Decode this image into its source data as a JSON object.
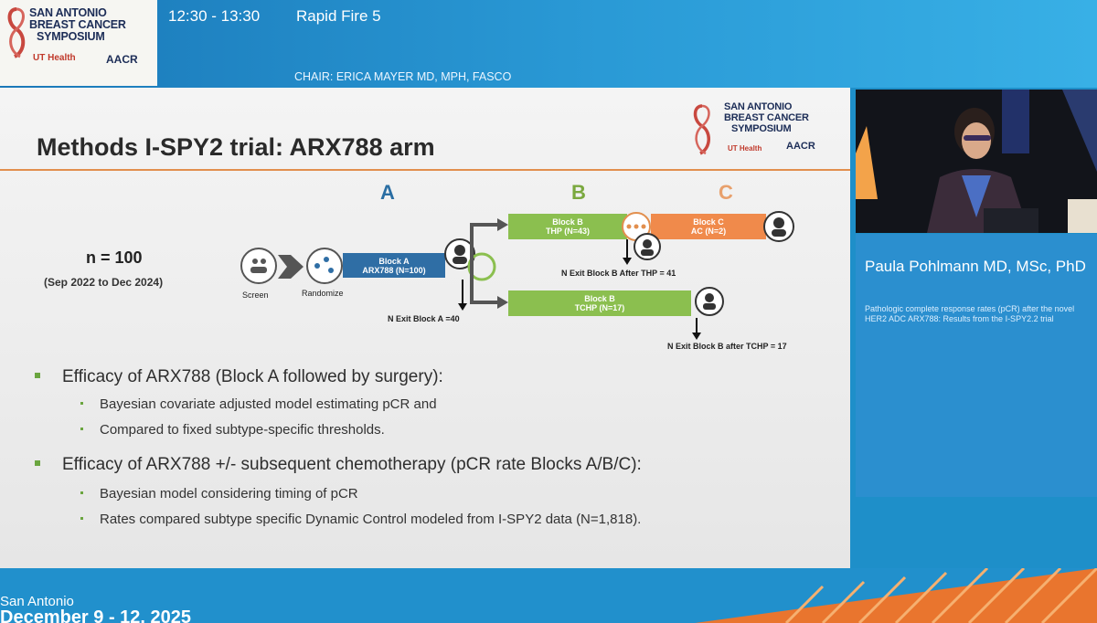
{
  "brand": {
    "logo_lines": [
      "SAN ANTONIO",
      "BREAST CANCER",
      "SYMPOSIUM"
    ],
    "ut_health": "UT Health",
    "aacr": "AACR"
  },
  "session": {
    "time": "12:30 - 13:30",
    "title": "Rapid Fire 5",
    "chair": "CHAIR: ERICA MAYER MD, MPH, FASCO"
  },
  "slide": {
    "title": "Methods I-SPY2 trial: ARX788 arm",
    "block_labels": {
      "a": "A",
      "b": "B",
      "c": "C"
    },
    "enrollment": {
      "n": "n = 100",
      "dates": "(Sep 2022 to Dec 2024)"
    },
    "flow": {
      "screen": "Screen",
      "randomize": "Randomize",
      "block_a": {
        "name": "Block A",
        "regimen": "ARX788 (N=100)"
      },
      "block_b_thp": {
        "name": "Block B",
        "regimen": "THP (N=43)"
      },
      "block_c": {
        "name": "Block C",
        "regimen": "AC (N=2)"
      },
      "block_b_tchp": {
        "name": "Block B",
        "regimen": "TCHP (N=17)"
      },
      "exit_a": "N Exit Block A =40",
      "exit_b_thp": "N Exit Block B After THP = 41",
      "exit_b_tchp": "N Exit Block B after TCHP = 17"
    },
    "bullets": [
      {
        "text": "Efficacy of ARX788 (Block A followed by surgery):",
        "subs": [
          "Bayesian covariate adjusted model estimating pCR and",
          "Compared to fixed subtype-specific thresholds."
        ]
      },
      {
        "text": "Efficacy of ARX788 +/- subsequent chemotherapy (pCR rate Blocks A/B/C):",
        "subs": [
          "Bayesian model considering timing of pCR",
          "Rates compared subtype specific Dynamic Control modeled from I-SPY2 data (N=1,818)."
        ]
      }
    ]
  },
  "speaker": {
    "name": "Paula Pohlmann MD, MSc, PhD",
    "talk": "Pathologic complete response rates (pCR) after the novel HER2 ADC ARX788: Results from the I-SPY2.2 trial"
  },
  "footer": {
    "city": "San Antonio",
    "dates": "December 9 - 12, 2025"
  },
  "colors": {
    "block_a": "#2f6ea5",
    "block_b": "#8bbf4f",
    "block_c": "#f08a4b",
    "title_rule": "#e28f4e",
    "banner": "#2190cc"
  }
}
